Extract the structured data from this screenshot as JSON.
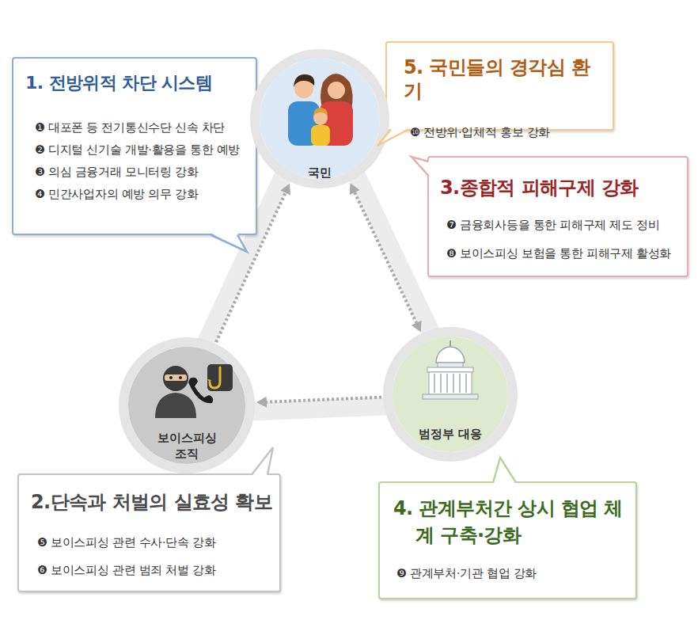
{
  "diagram": {
    "nodes": [
      {
        "text": [
          "1. 전방위적 차단 시스템",
          "❶ 대포폰 등 전기통신수단 신속 차단",
          "❷ 디지털 신기술 개발·활용을 통한 예방",
          "❸ 의심 금융거래 모니터링 강화",
          "❹ 민간사업자의 예방 의무 강화"
        ]
      },
      {
        "text": [
          "5. 국민들의 경각심 환기",
          "❿ 전방위·입체적 홍보 강화"
        ]
      },
      {
        "text": [
          "국민"
        ]
      },
      {
        "text": [
          "3.종합적 피해구제 강화",
          "❼ 금융회사등을 통한 피해구제 제도 정비",
          "❽ 보이스피싱 보험을 통한 피해구제 활성화"
        ]
      },
      {
        "text": [
          "보이스피싱 조직"
        ]
      },
      {
        "text": [
          "범정부 대응"
        ]
      },
      {
        "text": [
          "2.단속과 처벌의 실효성 확보",
          "❺ 보이스피싱 관련 수사·단속 강화",
          "❻ 보이스피싱 관련 범죄 처벌 강화"
        ]
      },
      {
        "text": [
          "4. 관계부처간 상시 협업 체계 구축·강화",
          "❾ 관계부처·기관 협업 강화"
        ]
      }
    ],
    "edges": [
      {
        "from": 4,
        "to": 2,
        "arrow": "to"
      },
      {
        "from": 2,
        "to": 5,
        "arrow": "both"
      },
      {
        "from": 5,
        "to": 4,
        "arrow": "to"
      }
    ]
  }
}
